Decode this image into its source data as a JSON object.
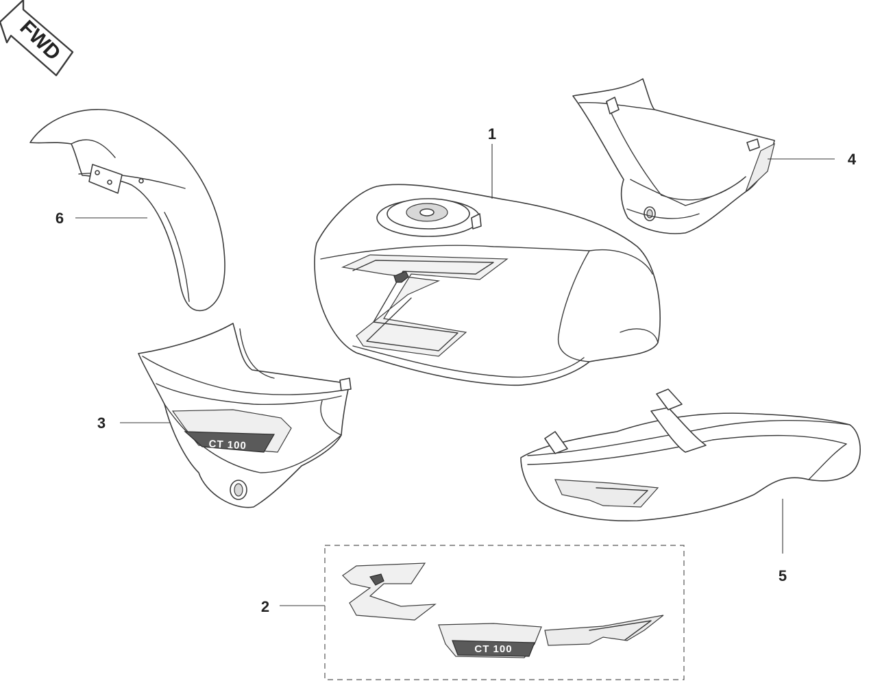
{
  "direction_arrow": {
    "label": "FWD",
    "icon": "forward-arrow-icon"
  },
  "callouts": {
    "fuel_tank": "1",
    "decal_kit": "2",
    "left_side_cover": "3",
    "right_side_cover": "4",
    "tail_cowl": "5",
    "front_fender": "6"
  },
  "decals": {
    "model_text": "CT 100"
  },
  "colors": {
    "line": "#3a3a3a",
    "background": "#ffffff",
    "shade": "#d8d8d8"
  }
}
